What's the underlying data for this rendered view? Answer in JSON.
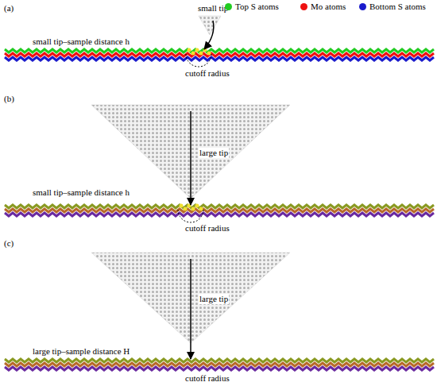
{
  "diagram": {
    "labels": [
      "(a)",
      "small tip",
      "small tip–sample distance h",
      "cutoff radius",
      "(b)",
      "large tip",
      "small tip–sample distance h",
      "cutoff radius",
      "(c)",
      "large tip",
      "large tip–sample distance H",
      "cutoff radius"
    ],
    "legend": [
      {
        "text": "Top S atoms",
        "color": "#22cc22"
      },
      {
        "text": "Mo atoms",
        "color": "#ee1111"
      },
      {
        "text": "Bottom S atoms",
        "color": "#1a1acc"
      }
    ]
  }
}
